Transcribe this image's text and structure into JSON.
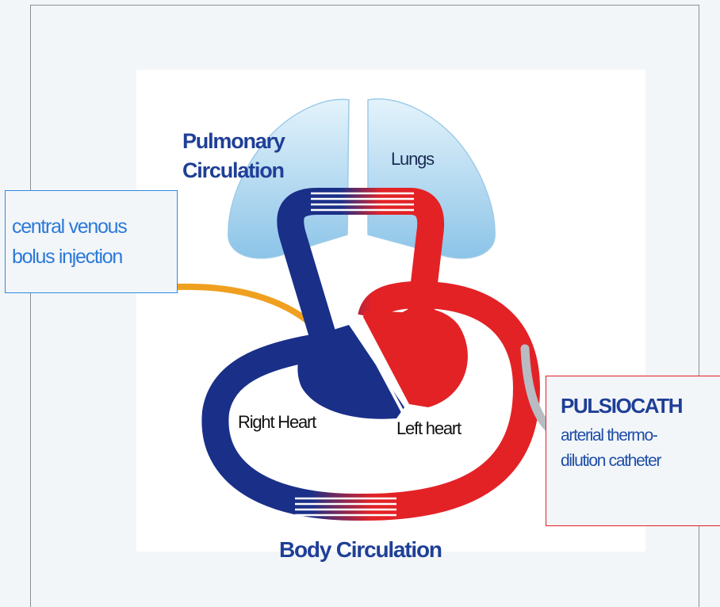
{
  "labels": {
    "pulmonary_line1": "Pulmonary",
    "pulmonary_line2": "Circulation",
    "lungs": "Lungs",
    "right_heart": "Right Heart",
    "left_heart": "Left heart",
    "body_circulation": "Body Circulation"
  },
  "callouts": {
    "injection_line1": "central venous",
    "injection_line2": "bolus injection",
    "catheter_title": "PULSIOCATH",
    "catheter_line1": "arterial thermo-",
    "catheter_line2": "dilution catheter"
  },
  "colors": {
    "venous": "#1a2f88",
    "arterial": "#e32226",
    "lung_light": "#d6ecf8",
    "lung_dark": "#8ec6ea",
    "injection_line": "#f0a020",
    "catheter": "#b8bcc2",
    "title_blue": "#1f3f97",
    "callout_blue_border": "#2f88e0",
    "callout_red_border": "#e31d24"
  }
}
